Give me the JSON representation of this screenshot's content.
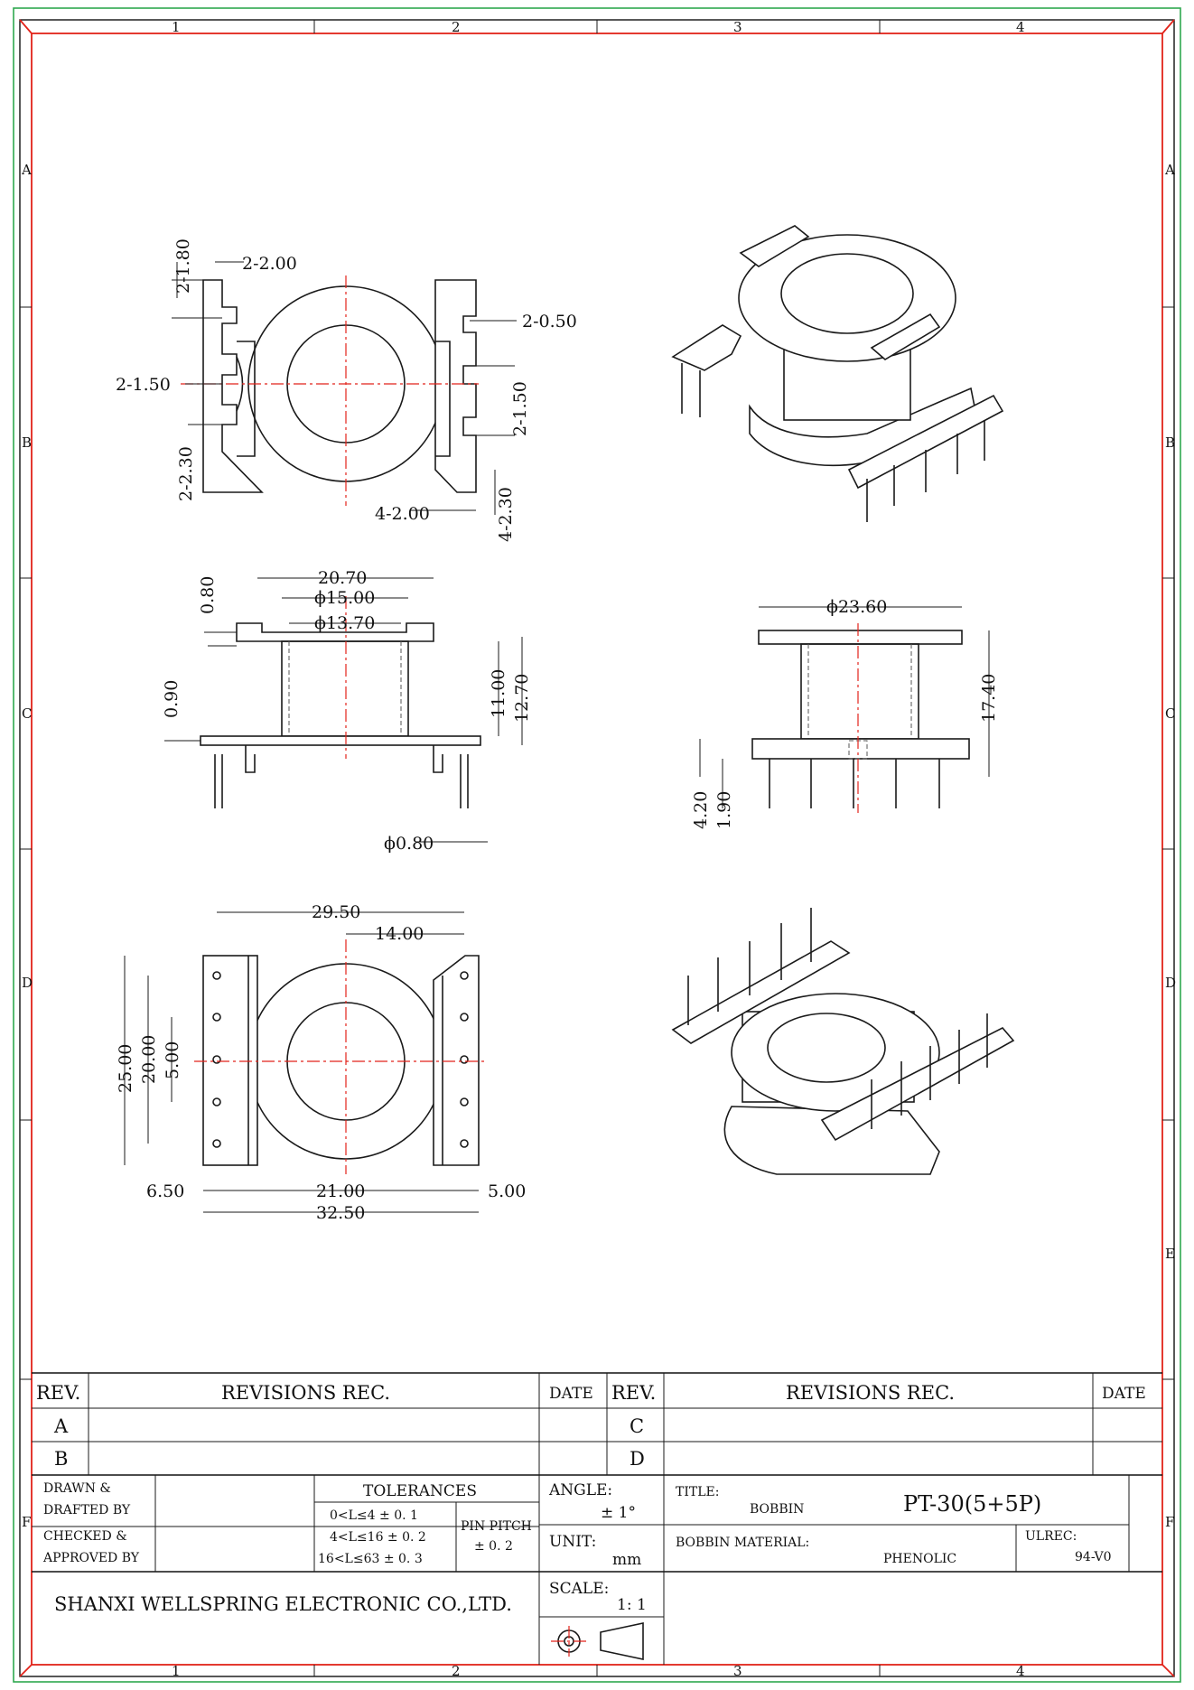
{
  "frame": {
    "columns": [
      "1",
      "2",
      "3",
      "4"
    ],
    "rows": [
      "A",
      "B",
      "C",
      "D",
      "E",
      "F"
    ],
    "colors": {
      "outer_border": "#2fa84f",
      "inner_border": "#e2231a",
      "center_line": "#e2231a",
      "geometry": "#1a1a1a"
    }
  },
  "drawing": {
    "top_view_dims": [
      "2-1.80",
      "2-2.00",
      "2-0.50",
      "2-1.50",
      "2-1.50",
      "2-2.30",
      "4-2.00",
      "4-2.30"
    ],
    "front_view_dims": [
      "20.70",
      "ϕ15.00",
      "ϕ13.70",
      "0.80",
      "0.90",
      "11.00",
      "12.70",
      "ϕ0.80"
    ],
    "side_view_dims": [
      "ϕ23.60",
      "17.40",
      "4.20",
      "1.90"
    ],
    "bottom_view_dims": [
      "29.50",
      "14.00",
      "25.00",
      "20.00",
      "5.00",
      "6.50",
      "21.00",
      "5.00",
      "32.50"
    ]
  },
  "revisions": {
    "rev_header": "REV.",
    "rec_header": "REVISIONS REC.",
    "date_header": "DATE",
    "left_revs": [
      "A",
      "B"
    ],
    "right_revs": [
      "C",
      "D"
    ]
  },
  "title_block": {
    "drawn_label": [
      "DRAWN  &",
      "DRAFTED BY"
    ],
    "checked_label": [
      "CHECKED  &",
      "APPROVED BY"
    ],
    "tolerances_label": "TOLERANCES",
    "tolerance_rows": [
      "0<L≤4   ± 0. 1",
      "4<L≤16 ± 0. 2",
      "16<L≤63 ± 0. 3"
    ],
    "pin_pitch_label": "PIN PITCH",
    "pin_pitch_value": "± 0. 2",
    "angle_label": "ANGLE:",
    "angle_value": "± 1°",
    "unit_label": "UNIT:",
    "unit_value": "mm",
    "scale_label": "SCALE:",
    "scale_value": "1: 1",
    "title_label": "TITLE:",
    "title_value": "BOBBIN",
    "part_number": "PT-30(5+5P)",
    "material_label": "BOBBIN MATERIAL:",
    "material_value": "PHENOLIC",
    "ul_label": "ULREC:",
    "ul_value": "94-V0",
    "company": "SHANXI WELLSPRING ELECTRONIC CO.,LTD."
  }
}
